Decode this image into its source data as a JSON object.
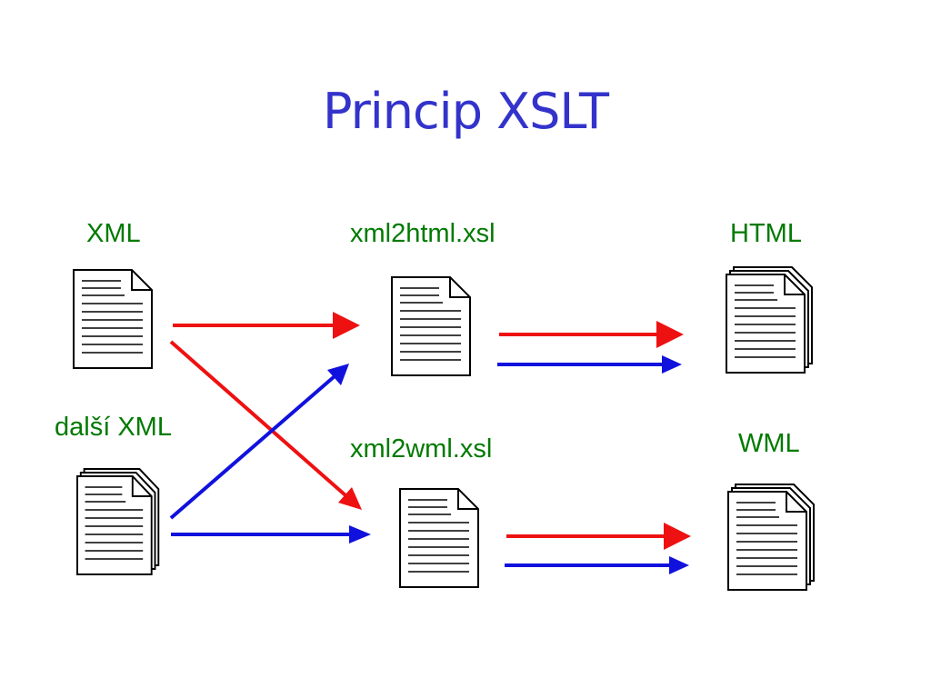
{
  "title": "Princip XSLT",
  "labels": {
    "xml": "XML",
    "xsl_html": "xml2html.xsl",
    "html": "HTML",
    "other_xml": "další XML",
    "xsl_wml": "xml2wml.xsl",
    "wml": "WML"
  },
  "colors": {
    "title": "#3333cc",
    "labels": "#007a00",
    "flow_xml": "#ee1111",
    "flow_other_xml": "#1111dd"
  }
}
